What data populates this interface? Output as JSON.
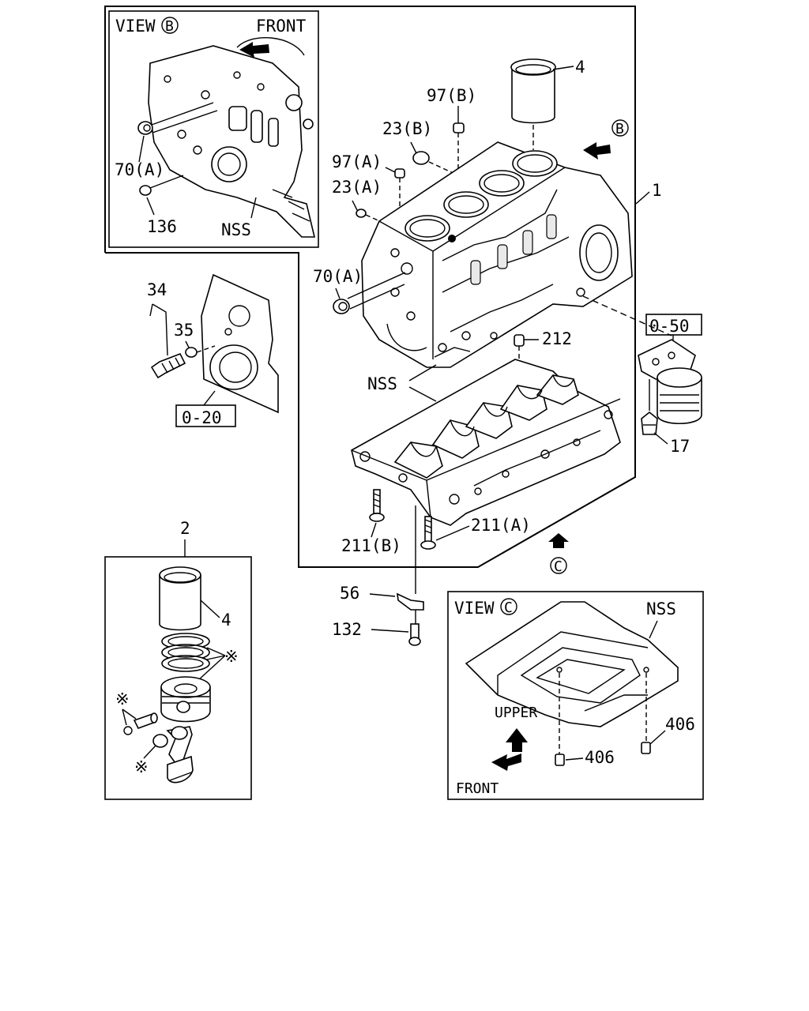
{
  "views": {
    "b": {
      "prefix": "VIEW",
      "letter": "B",
      "front": "FRONT",
      "l70a": "70(A)",
      "l136": "136",
      "nss": "NSS"
    },
    "c": {
      "prefix": "VIEW",
      "letter": "C",
      "nss": "NSS",
      "upper": "UPPER",
      "front": "FRONT",
      "l406a": "406",
      "l406b": "406"
    }
  },
  "callouts": {
    "c1": "1",
    "c2": "2",
    "c4top": "4",
    "c4piston": "4",
    "c97b": "97(B)",
    "c23b": "23(B)",
    "c97a": "97(A)",
    "c23a": "23(A)",
    "c70a": "70(A)",
    "c34": "34",
    "c35": "35",
    "c212": "212",
    "c17": "17",
    "nss": "NSS",
    "c211a": "211(A)",
    "c211b": "211(B)",
    "c56": "56",
    "c132": "132",
    "star1": "※",
    "star2": "※",
    "star3": "※",
    "arrowB": "B",
    "arrowC": "C"
  },
  "refs": {
    "r050": "0-50",
    "r020": "0-20"
  }
}
